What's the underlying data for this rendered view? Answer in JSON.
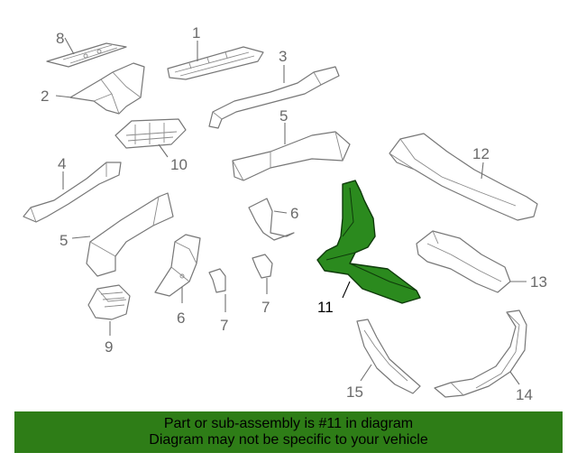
{
  "callouts": {
    "c1": "1",
    "c2": "2",
    "c3": "3",
    "c4": "4",
    "c5a": "5",
    "c5b": "5",
    "c6a": "6",
    "c6b": "6",
    "c7a": "7",
    "c7b": "7",
    "c8": "8",
    "c9": "9",
    "c10": "10",
    "c11": "11",
    "c12": "12",
    "c13": "13",
    "c14": "14",
    "c15": "15"
  },
  "highlighted_part": "11",
  "banner": {
    "line1": "Part or sub-assembly is #11 in diagram",
    "line2": "Diagram may not be specific to your vehicle"
  },
  "colors": {
    "highlight": "#2e7d17",
    "banner_bg": "#2e7d17",
    "outline": "#777777"
  }
}
